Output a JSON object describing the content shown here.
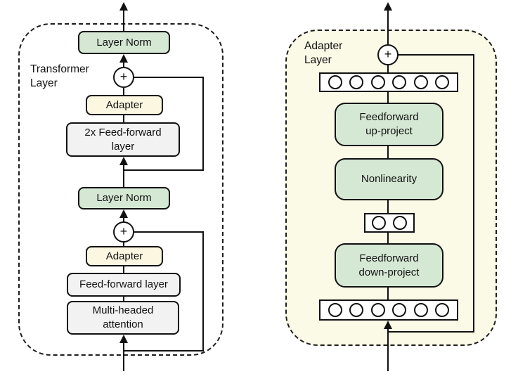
{
  "colors": {
    "box_green": "#d5e8d4",
    "box_cream": "#fcf7e1",
    "box_gray": "#f2f2f2",
    "panel_cream": "#fbfae6",
    "stroke": "#111111"
  },
  "transformer_diagram": {
    "label": "Transformer\nLayer",
    "layer_norm_top": "Layer Norm",
    "plus_top": "+",
    "adapter_top": "Adapter",
    "feedforward_2x": "2x Feed-forward\nlayer",
    "layer_norm_bottom": "Layer Norm",
    "plus_bottom": "+",
    "adapter_bottom": "Adapter",
    "feedforward": "Feed-forward layer",
    "attention": "Multi-headed\nattention"
  },
  "adapter_diagram": {
    "label": "Adapter\nLayer",
    "plus": "+",
    "feature_vector_top": {
      "circles": 6
    },
    "feedforward_up": "Feedforward\nup-project",
    "nonlinearity": "Nonlinearity",
    "bottleneck": {
      "circles": 2
    },
    "feedforward_down": "Feedforward\ndown-project",
    "feature_vector_bottom": {
      "circles": 6
    }
  }
}
